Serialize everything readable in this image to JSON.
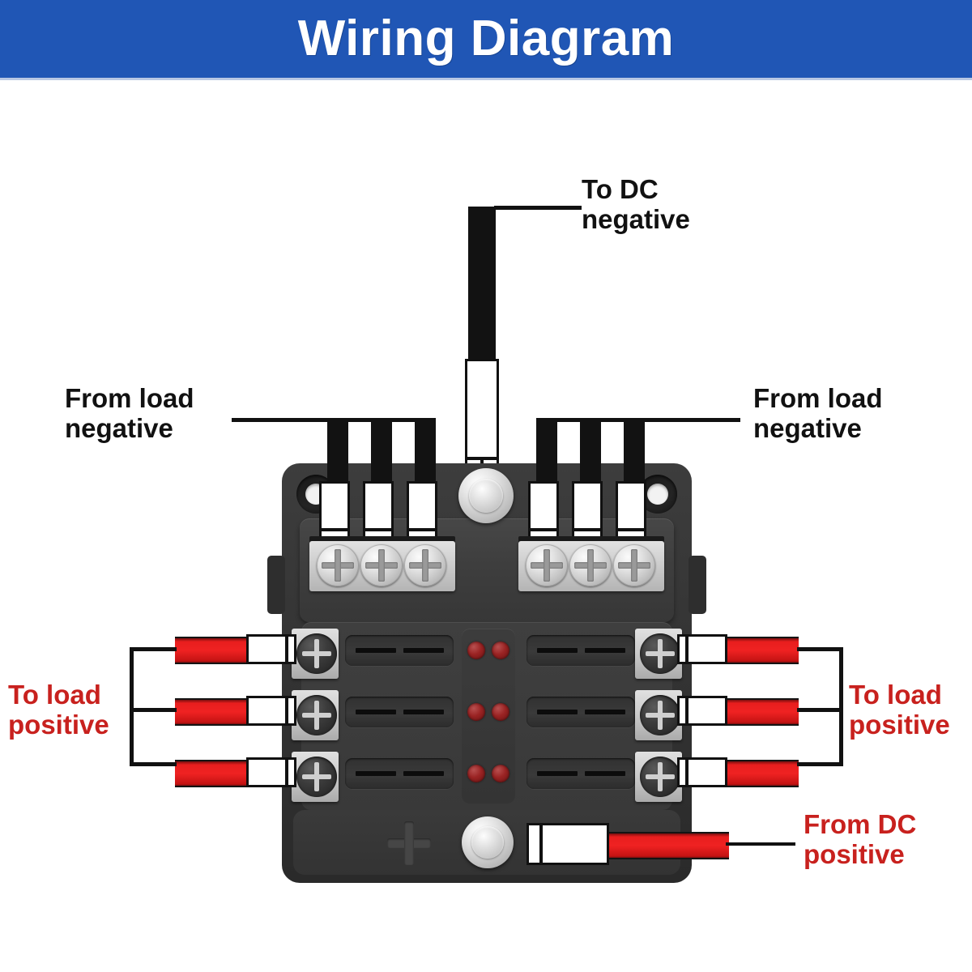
{
  "header": {
    "title": "Wiring Diagram",
    "background_color": "#2056b5",
    "text_color": "#ffffff"
  },
  "colors": {
    "banner_blue": "#2056b5",
    "label_black": "#111111",
    "label_red": "#c8211e",
    "wire_red": "#e81e1e",
    "wire_black": "#121212",
    "body_dark_gray": "#3a3a3a",
    "terminal_silver": "#cacaca",
    "led_red": "#9a2323"
  },
  "labels": {
    "to_dc_negative": "To DC\nnegative",
    "from_load_negative_left": "From load\nnegative",
    "from_load_negative_right": "From load\nnegative",
    "to_load_positive_left": "To load\npositive",
    "to_load_positive_right": "To load\npositive",
    "from_dc_positive": "From DC\npositive"
  },
  "device": {
    "name": "6-way blade fuse block",
    "fuse_ways": 6,
    "led_indicators": 6,
    "negative_bus_terminals": 6,
    "positive_output_terminals": 6,
    "polarity_marking": "+"
  },
  "connections": [
    {
      "id": "dc-negative",
      "label": "To DC negative",
      "wire_color": "black",
      "side": "top",
      "terminal": "ground-stud"
    },
    {
      "id": "load-negative-left",
      "label": "From load negative",
      "wire_color": "black",
      "side": "top-left",
      "count": 3
    },
    {
      "id": "load-negative-right",
      "label": "From load negative",
      "wire_color": "black",
      "side": "top-right",
      "count": 3
    },
    {
      "id": "load-positive-left",
      "label": "To load positive",
      "wire_color": "red",
      "side": "left",
      "count": 3
    },
    {
      "id": "load-positive-right",
      "label": "To load positive",
      "wire_color": "red",
      "side": "right",
      "count": 3
    },
    {
      "id": "dc-positive",
      "label": "From DC positive",
      "wire_color": "red",
      "side": "bottom",
      "terminal": "power-stud"
    }
  ]
}
